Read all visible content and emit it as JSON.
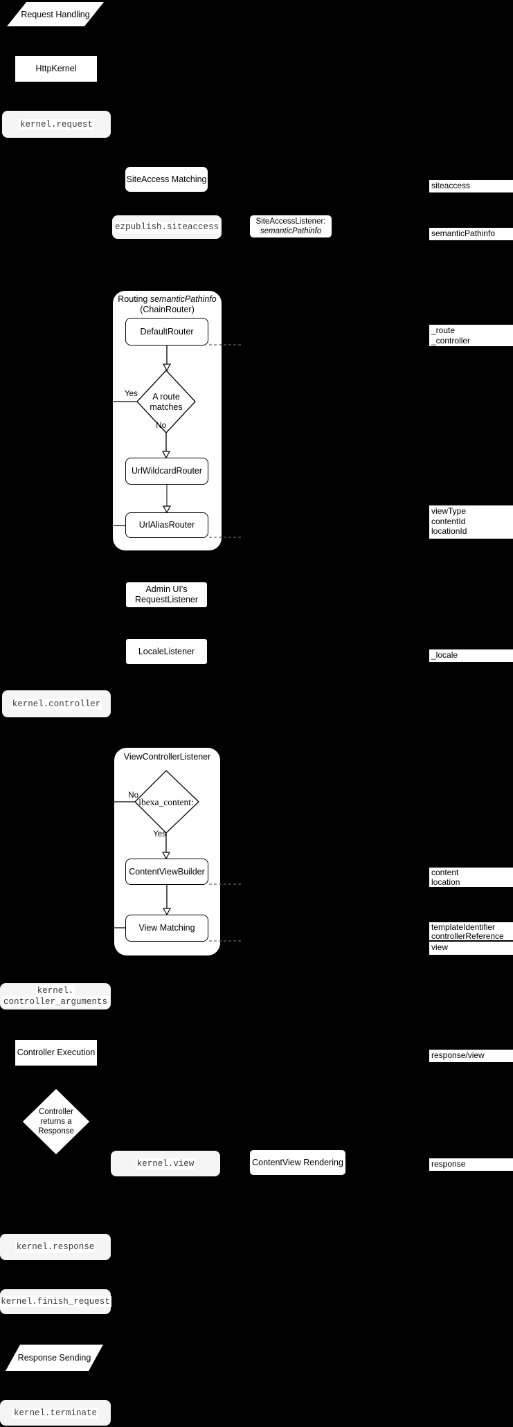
{
  "colors": {
    "background": "#000000",
    "node_fill": "#ffffff",
    "event_fill": "#f5f5f5",
    "line": "#000000",
    "gray_arrow": "#808080",
    "dashed_line": "#666666",
    "mono_text": "#3a3a3a"
  },
  "nodes": {
    "request_handling": "Request Handling",
    "http_kernel": "HttpKernel",
    "kernel_request": "kernel.request",
    "siteaccess_matching": "SiteAccess Matching",
    "ezpublish_siteaccess": "ezpublish.siteaccess",
    "siteaccess_listener": {
      "line1": "SiteAccessListener:",
      "line2": "semanticPathinfo"
    },
    "routing_group": {
      "title_prefix": "Routing ",
      "title_italic": "semanticPathinfo",
      "title_line2": "(ChainRouter)"
    },
    "default_router": "DefaultRouter",
    "route_matches": {
      "line1": "A route",
      "line2": "matches"
    },
    "url_wildcard_router": "UrlWildcardRouter",
    "url_alias_router": "UrlAliasRouter",
    "admin_request_listener": {
      "line1": "Admin UI's",
      "line2": "RequestListener"
    },
    "locale_listener": "LocaleListener",
    "kernel_controller": "kernel.controller",
    "view_controller_listener": "ViewControllerListener",
    "ibexa_content": "ibexa_content:",
    "content_view_builder": "ContentViewBuilder",
    "view_matching": "View Matching",
    "kernel_controller_arguments": {
      "line1": "kernel.",
      "line2": "controller_arguments"
    },
    "controller_execution": "Controller Execution",
    "controller_returns": {
      "line1": "Controller",
      "line2": "returns a",
      "line3": "Response"
    },
    "kernel_view": "kernel.view",
    "contentview_rendering": "ContentView Rendering",
    "kernel_response": "kernel.response",
    "kernel_finish_request": "kernel.finish_request",
    "response_sending": "Response Sending",
    "kernel_terminate": "kernel.terminate",
    "yes": "Yes",
    "no": "No"
  },
  "side_labels": {
    "siteaccess": "siteaccess",
    "semantic_pathinfo": "semanticPathinfo",
    "route_controller": [
      "_route",
      "_controller"
    ],
    "view_params": [
      "viewType",
      "contentId",
      "locationId"
    ],
    "locale": "_locale",
    "content_location": [
      "content",
      "location"
    ],
    "template_controller": [
      "templateIdentifier",
      "controllerReference"
    ],
    "view": "view",
    "response_view": "response/view",
    "response": "response"
  }
}
